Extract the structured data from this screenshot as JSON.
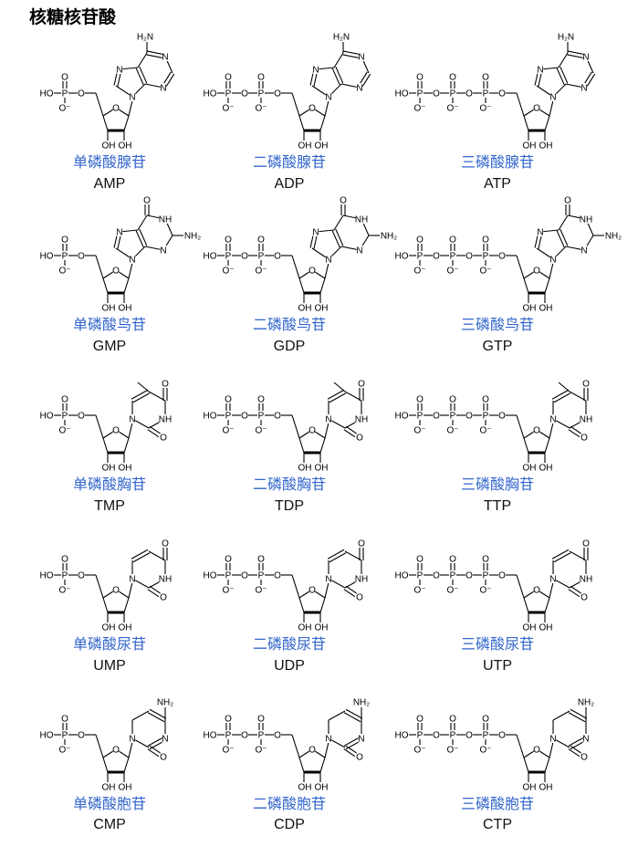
{
  "title": "核糖核苷酸",
  "rows": [
    {
      "base": "A",
      "cells": [
        {
          "n": 1,
          "name": "单磷酸腺苷",
          "abbr": "AMP"
        },
        {
          "n": 2,
          "name": "二磷酸腺苷",
          "abbr": "ADP"
        },
        {
          "n": 3,
          "name": "三磷酸腺苷",
          "abbr": "ATP"
        }
      ]
    },
    {
      "base": "G",
      "cells": [
        {
          "n": 1,
          "name": "单磷酸鸟苷",
          "abbr": "GMP"
        },
        {
          "n": 2,
          "name": "二磷酸鸟苷",
          "abbr": "GDP"
        },
        {
          "n": 3,
          "name": "三磷酸鸟苷",
          "abbr": "GTP"
        }
      ]
    },
    {
      "base": "T",
      "cells": [
        {
          "n": 1,
          "name": "单磷酸胸苷",
          "abbr": "TMP"
        },
        {
          "n": 2,
          "name": "二磷酸胸苷",
          "abbr": "TDP"
        },
        {
          "n": 3,
          "name": "三磷酸胸苷",
          "abbr": "TTP"
        }
      ]
    },
    {
      "base": "U",
      "cells": [
        {
          "n": 1,
          "name": "单磷酸尿苷",
          "abbr": "UMP"
        },
        {
          "n": 2,
          "name": "二磷酸尿苷",
          "abbr": "UDP"
        },
        {
          "n": 3,
          "name": "三磷酸尿苷",
          "abbr": "UTP"
        }
      ]
    },
    {
      "base": "C",
      "cells": [
        {
          "n": 1,
          "name": "单磷酸胞苷",
          "abbr": "CMP"
        },
        {
          "n": 2,
          "name": "二磷酸胞苷",
          "abbr": "CDP"
        },
        {
          "n": 3,
          "name": "三磷酸胞苷",
          "abbr": "CTP"
        }
      ]
    }
  ],
  "colors": {
    "link": "#3366cc"
  }
}
